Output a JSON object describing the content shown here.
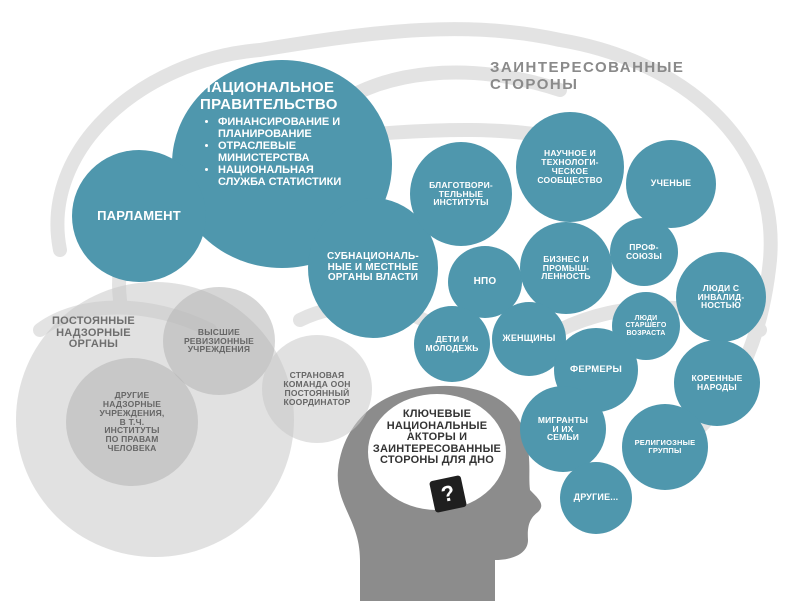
{
  "government": {
    "title": "НАЦИОНАЛЬНОЕ\nПРАВИТЕЛЬСТВО",
    "items": [
      "ФИНАНСИРОВАНИЕ И\nПЛАНИРОВАНИЕ",
      "ОТРАСЛЕВЫЕ\nМИНИСТЕРСТВА",
      "НАЦИОНАЛЬНАЯ\nСЛУЖБА СТАТИСТИКИ"
    ]
  },
  "parliament": "ПАРЛАМЕНТ",
  "subnational": "СУБНАЦИОНАЛЬ-\nНЫЕ И МЕСТНЫЕ\nОРГАНЫ ВЛАСТИ",
  "oversight": {
    "permanent": "ПОСТОЯННЫЕ\nНАДЗОРНЫЕ\nОРГАНЫ",
    "audit": "ВЫСШИЕ\nРЕВИЗИОННЫЕ\nУЧРЕЖДЕНИЯ",
    "other": "ДРУГИЕ\nНАДЗОРНЫЕ\nУЧРЕЖДЕНИЯ,\nВ Т.Ч.\nИНСТИТУТЫ\nПО ПРАВАМ\nЧЕЛОВЕКА"
  },
  "un_team": "СТРАНОВАЯ\nКОМАНДА ООН\nПОСТОЯННЫЙ\nКООРДИНАТОР",
  "stakeholders": {
    "title": "ЗАИНТЕРЕСОВАННЫЕ\nСТОРОНЫ",
    "charity": "БЛАГОТВОРИ-\nТЕЛЬНЫЕ\nИНСТИТУТЫ",
    "science": "НАУЧНОЕ И\nТЕХНОЛОГИ-\nЧЕСКОЕ\nСООБЩЕСТВО",
    "scientists": "УЧЕНЫЕ",
    "ngo": "НПО",
    "business": "БИЗНЕС И\nПРОМЫШ-\nЛЕННОСТЬ",
    "unions": "ПРОФ-\nСОЮЗЫ",
    "disabled": "ЛЮДИ С\nИНВАЛИД-\nНОСТЬЮ",
    "children": "ДЕТИ И\nМОЛОДЕЖЬ",
    "women": "ЖЕНЩИНЫ",
    "elderly": "ЛЮДИ\nСТАРШЕГО\nВОЗРАСТА",
    "farmers": "ФЕРМЕРЫ",
    "indigenous": "КОРЕННЫЕ\nНАРОДЫ",
    "migrants": "МИГРАНТЫ\nИ ИХ\nСЕМЬИ",
    "religious": "РЕЛИГИОЗНЫЕ\nГРУППЫ",
    "other": "ДРУГИЕ..."
  },
  "center": "КЛЮЧЕВЫЕ\nНАЦИОНАЛЬНЫЕ\nАКТОРЫ И\nЗАИНТЕРЕСОВАННЫЕ\nСТОРОНЫ ДЛЯ ДНО",
  "question_mark": "?",
  "colors": {
    "teal": "#4f97ad",
    "grey": "#c8c8c8",
    "head": "#8c8c8c"
  },
  "icons": [
    "head-silhouette-icon",
    "brain-outline-icon",
    "question-mark-icon"
  ]
}
